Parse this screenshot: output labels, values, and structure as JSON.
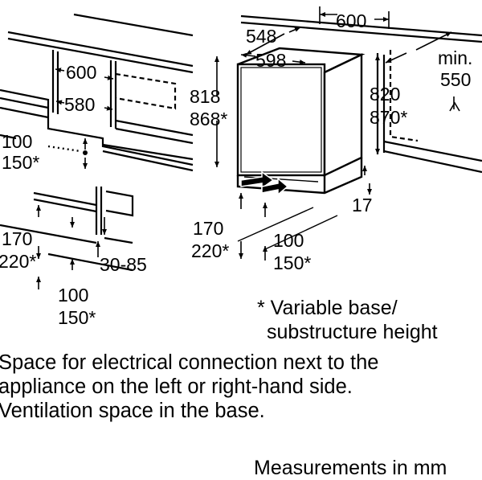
{
  "dimensions": {
    "niche_width_top": "600",
    "niche_width_inner": "580",
    "left_vent_height": "100",
    "left_vent_height_var": "150*",
    "left_base_height": "170",
    "left_base_height_var": "220*",
    "left_vent_depth": "30-85",
    "left_bottom_height": "100",
    "left_bottom_height_var": "150*",
    "app_depth": "548",
    "app_width": "598",
    "app_height": "818",
    "app_height_var": "868*",
    "niche_width": "600",
    "niche_height": "820",
    "niche_height_var": "870*",
    "niche_depth_label": "min.",
    "niche_depth": "550",
    "base_front": "17",
    "base_height": "170",
    "base_height_var": "220*",
    "base_vent": "100",
    "base_vent_var": "150*"
  },
  "footnote": {
    "line1": "* Variable base/",
    "line2": "substructure height"
  },
  "caption": {
    "line1": "Space for electrical connection next to the",
    "line2": "appliance on the left or right-hand side.",
    "line3": "Ventilation space in the base."
  },
  "units_note": "Measurements in mm"
}
